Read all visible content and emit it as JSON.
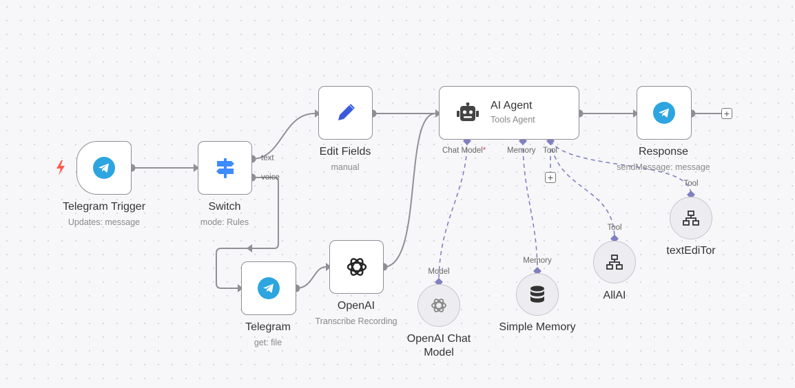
{
  "nodes": {
    "telegram_trigger": {
      "title": "Telegram Trigger",
      "subtitle": "Updates: message"
    },
    "switch": {
      "title": "Switch",
      "subtitle": "mode: Rules",
      "outputs": [
        "text",
        "voice"
      ]
    },
    "edit_fields": {
      "title": "Edit Fields",
      "subtitle": "manual"
    },
    "ai_agent": {
      "title": "AI Agent",
      "subtitle": "Tools Agent",
      "ports": {
        "chat_model": "Chat Model",
        "memory": "Memory",
        "tool": "Tool"
      }
    },
    "response": {
      "title": "Response",
      "subtitle": "sendMessage: message"
    },
    "telegram": {
      "title": "Telegram",
      "subtitle": "get: file"
    },
    "openai": {
      "title": "OpenAI",
      "subtitle": "Transcribe Recording"
    },
    "openai_chat_model": {
      "title": "OpenAI Chat Model",
      "port": "Model"
    },
    "simple_memory": {
      "title": "Simple Memory",
      "port": "Memory"
    },
    "allai": {
      "title": "AllAI",
      "port": "Tool"
    },
    "texteditor": {
      "title": "textEdiTor",
      "port": "Tool"
    }
  },
  "required_marker": "*",
  "plus": "+",
  "colors": {
    "telegram": "#2ca5e0",
    "edit_pencil": "#3b5bdb",
    "switch": "#3d8bfd",
    "trigger_bolt": "#ff5a4e",
    "ai_dashed": "#8080c0"
  }
}
